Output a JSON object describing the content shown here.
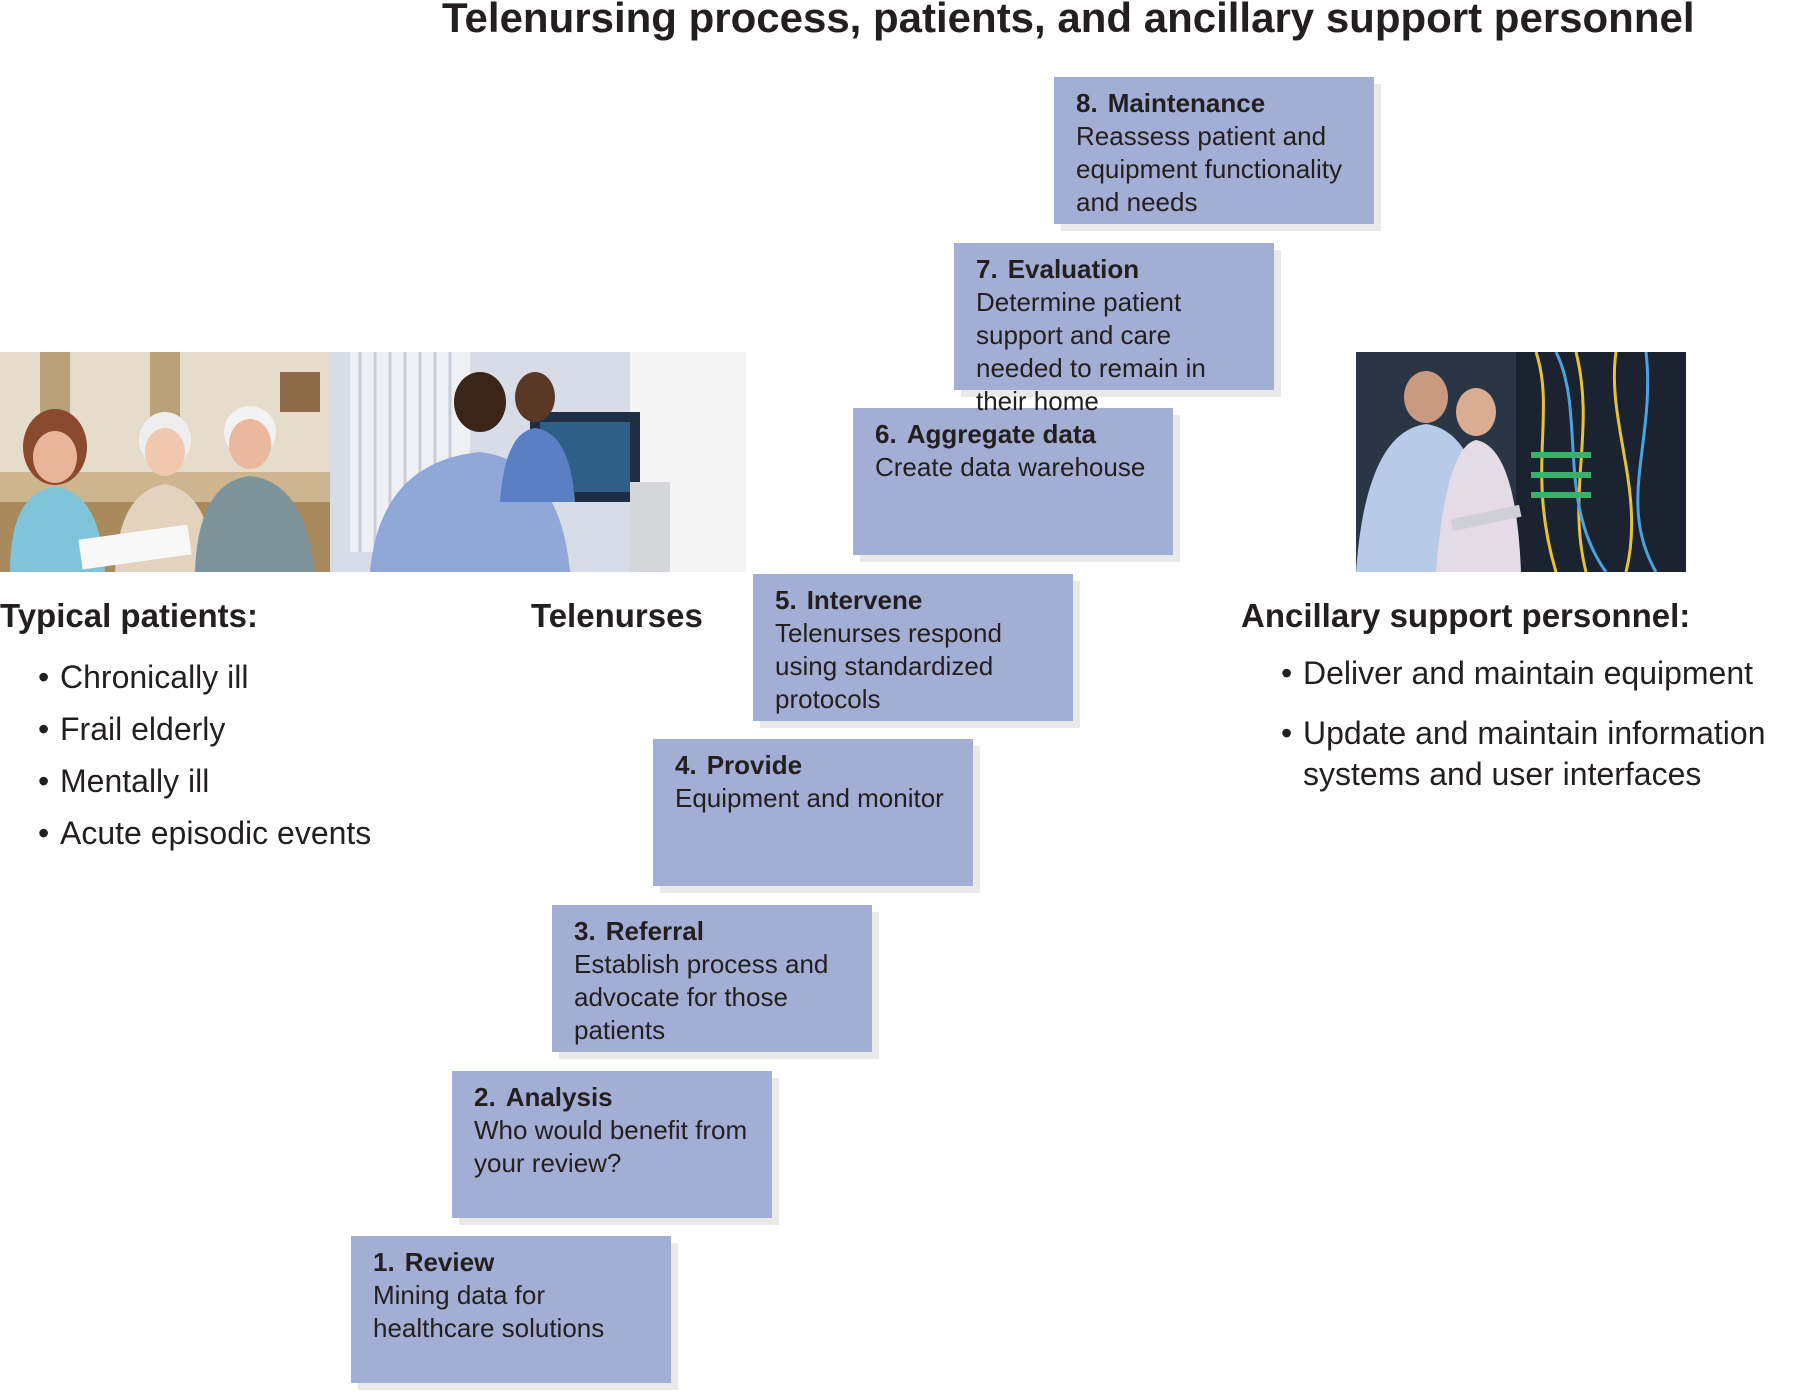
{
  "title": "Telenursing process, patients, and ancillary support personnel",
  "photos": {
    "patients": "photo of a nurse visiting elderly patients",
    "telenurses": "photo of telenurses at monitors",
    "ancillary": "photo of technicians at a server rack"
  },
  "patients": {
    "heading": "Typical patients:",
    "items": [
      "Chronically ill",
      "Frail elderly",
      "Mentally ill",
      "Acute episodic events"
    ]
  },
  "telenurses": {
    "heading": "Telenurses"
  },
  "ancillary": {
    "heading": "Ancillary support personnel:",
    "items": [
      "Deliver and maintain equipment",
      "Update and maintain information systems and user interfaces"
    ]
  },
  "steps": [
    {
      "num": "1.",
      "title": "Review",
      "desc": "Mining data for healthcare solutions"
    },
    {
      "num": "2.",
      "title": "Analysis",
      "desc": "Who would benefit from your review?"
    },
    {
      "num": "3.",
      "title": "Referral",
      "desc": "Establish process and advocate for those patients"
    },
    {
      "num": "4.",
      "title": "Provide",
      "desc": "Equipment and monitor"
    },
    {
      "num": "5.",
      "title": "Intervene",
      "desc": "Telenurses respond using standardized protocols"
    },
    {
      "num": "6.",
      "title": "Aggregate data",
      "desc": "Create data warehouse"
    },
    {
      "num": "7.",
      "title": "Evaluation",
      "desc": "Determine patient support and care needed to remain in their home"
    },
    {
      "num": "8.",
      "title": "Maintenance",
      "desc": "Reassess patient and equipment functionality and needs"
    }
  ],
  "colors": {
    "step_fill": "#a2aed3",
    "step_shadow": "#e9e9e9",
    "text": "#231f20"
  }
}
